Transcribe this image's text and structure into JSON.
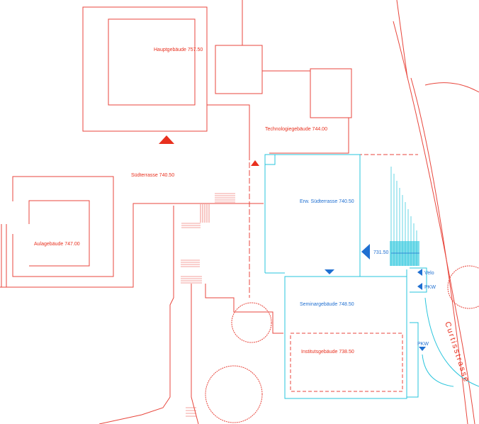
{
  "buildings": {
    "hauptgebaeude": "Hauptgebäude  757.50",
    "technologiegebaeude": "Technologiegebäude  744.00",
    "suedterrasse": "Südterrasse  740.50",
    "aulagebaeude": "Aulagebäude  747.00",
    "erw_suedterrasse": "Erw. Südterrasse  740.50",
    "seminargebaeude": "Seminargebäude  748.50",
    "institutsgebaeude": "Institutsgebäude  738.50"
  },
  "markers": {
    "level": "731.50",
    "velo": "Velo",
    "pkw1": "PKW",
    "pkw2": "PKW"
  },
  "street": "Curtisstrasse",
  "colors": {
    "existing": "#e8463c",
    "new": "#27c4dc",
    "new_text": "#1f6fd1"
  }
}
